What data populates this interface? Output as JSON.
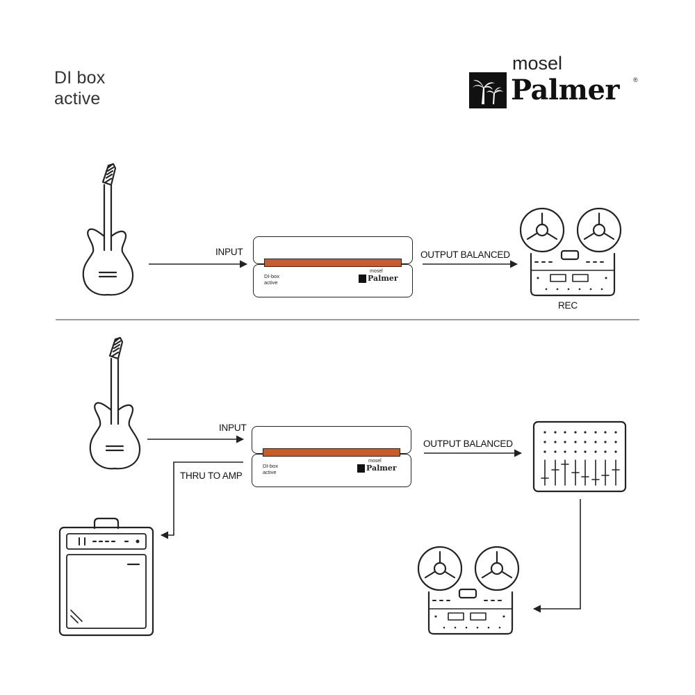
{
  "header": {
    "title_line1": "DI box",
    "title_line2": "active"
  },
  "brand": {
    "mosel": "mosel",
    "palmer": "Palmer",
    "registered": "®"
  },
  "scenario_top": {
    "input_label": "INPUT",
    "output_label": "OUTPUT BALANCED",
    "rec_label": "REC"
  },
  "scenario_bottom": {
    "input_label": "INPUT",
    "output_label": "OUTPUT BALANCED",
    "thru_label": "THRU TO AMP"
  },
  "device": {
    "line1": "DI-box",
    "line2": "active",
    "mini_mosel": "mosel",
    "mini_palmer": "Palmer"
  },
  "colors": {
    "accent_strip": "#c85c2a",
    "line": "#222222"
  },
  "icons": [
    "guitar-icon",
    "tape-recorder-icon",
    "mixer-icon",
    "amplifier-icon",
    "palm-tree-logo-icon"
  ]
}
